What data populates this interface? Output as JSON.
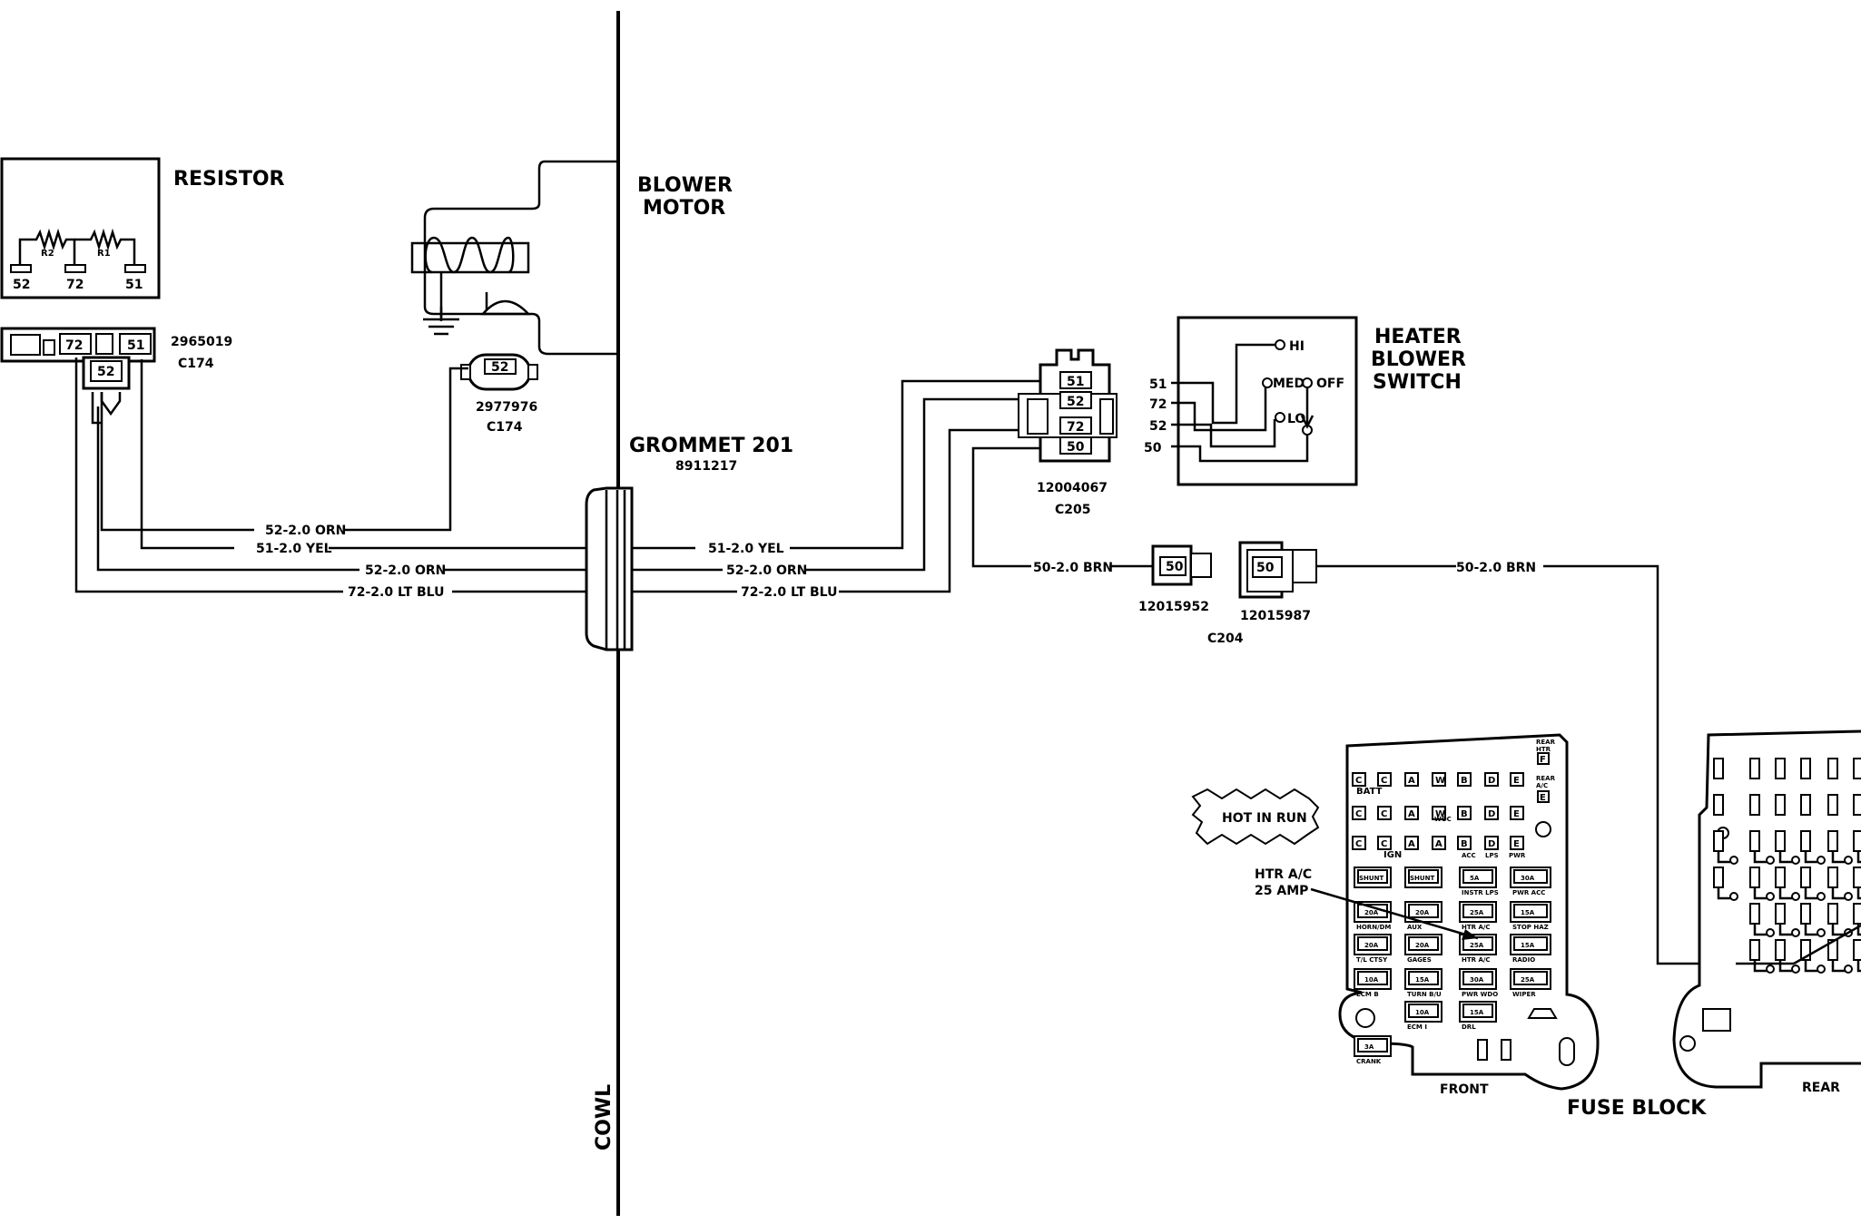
{
  "components": {
    "resistor": {
      "title": "RESISTOR",
      "r2": "R2",
      "r1": "R1",
      "terminals": [
        "52",
        "72",
        "51"
      ]
    },
    "resistor_connector": {
      "part": "2965019",
      "id": "C174",
      "cavities": [
        "72",
        "51",
        "52"
      ]
    },
    "blower_motor": {
      "title_1": "BLOWER",
      "title_2": "MOTOR",
      "terminal": "52"
    },
    "motor_connector": {
      "part": "2977976",
      "id": "C174"
    },
    "grommet": {
      "title": "GROMMET 201",
      "part": "8911217"
    },
    "cowl": "COWL",
    "c205": {
      "part": "12004067",
      "id": "C205",
      "cavities": [
        "51",
        "52",
        "72",
        "50"
      ]
    },
    "heater_switch": {
      "title_1": "HEATER",
      "title_2": "BLOWER",
      "title_3": "SWITCH",
      "positions": [
        "HI",
        "MED",
        "OFF",
        "LO"
      ],
      "inputs": [
        "51",
        "72",
        "52",
        "50"
      ]
    },
    "c204": {
      "id": "C204",
      "left_part": "12015952",
      "right_part": "12015987",
      "cavity": "50"
    }
  },
  "wires": {
    "left": [
      "52-2.0 ORN",
      "51-2.0 YEL",
      "52-2.0 ORN",
      "72-2.0 LT BLU"
    ],
    "right": [
      "51-2.0 YEL",
      "52-2.0 ORN",
      "72-2.0 LT BLU"
    ],
    "brn_left": "50-2.0 BRN",
    "brn_right": "50-2.0 BRN"
  },
  "fuse_block": {
    "title": "FUSE BLOCK",
    "front": "FRONT",
    "rear": "REAR",
    "callout_hot": "HOT IN RUN",
    "callout_fuse_1": "HTR A/C",
    "callout_fuse_2": "25 AMP",
    "top_right": [
      "REAR",
      "HTR",
      "F",
      "REAR",
      "A/C",
      "E"
    ],
    "rows": [
      [
        "C",
        "C",
        "A",
        "W",
        "B",
        "D",
        "E"
      ],
      [
        "C",
        "C",
        "A",
        "W",
        "B",
        "D",
        "E"
      ],
      [
        "C",
        "C",
        "A",
        "A",
        "B",
        "D",
        "E"
      ]
    ],
    "row_labels": [
      "BATT",
      "IGN",
      "WOC",
      "ACC",
      "LPS",
      "PWR"
    ],
    "fuses": [
      {
        "value": "SHUNT",
        "label": ""
      },
      {
        "value": "SHUNT",
        "label": ""
      },
      {
        "value": "5A",
        "label": "INSTR LPS"
      },
      {
        "value": "30A",
        "label": "PWR ACC"
      },
      {
        "value": "20A",
        "label": "HORN/DM"
      },
      {
        "value": "20A",
        "label": "AUX"
      },
      {
        "value": "25A",
        "label": "HTR A/C"
      },
      {
        "value": "15A",
        "label": "STOP HAZ"
      },
      {
        "value": "20A",
        "label": "T/L CTSY"
      },
      {
        "value": "20A",
        "label": "GAGES"
      },
      {
        "value": "25A",
        "label": "HTR A/C"
      },
      {
        "value": "15A",
        "label": "RADIO"
      },
      {
        "value": "10A",
        "label": "ECM B"
      },
      {
        "value": "15A",
        "label": "TURN B/U"
      },
      {
        "value": "30A",
        "label": "PWR WDO"
      },
      {
        "value": "25A",
        "label": "WIPER"
      },
      {
        "value": "10A",
        "label": "ECM I"
      },
      {
        "value": "15A",
        "label": "DRL"
      },
      {
        "value": "3A",
        "label": "CRANK"
      }
    ]
  }
}
